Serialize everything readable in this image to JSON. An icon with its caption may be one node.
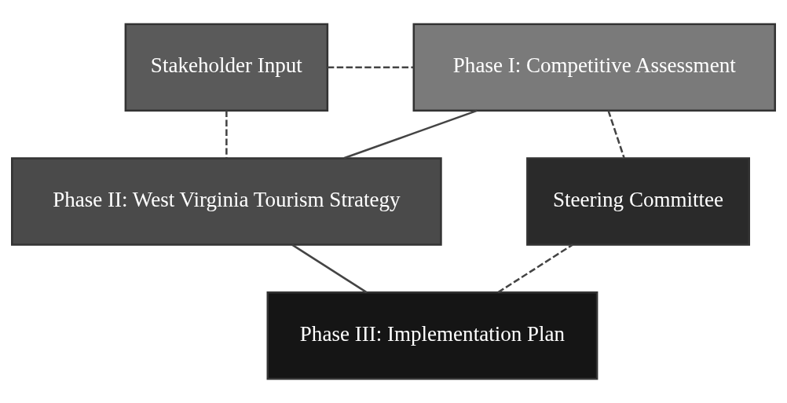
{
  "diagram": {
    "nodes": [
      {
        "text": [
          "Stakeholder Input"
        ]
      },
      {
        "text": [
          "Phase I: Competitive Assessment"
        ]
      },
      {
        "text": [
          "Phase II: West Virginia Tourism Strategy"
        ]
      },
      {
        "text": [
          "Phase III: Implementation Plan"
        ]
      },
      {
        "text": [
          "Steering Committee"
        ]
      }
    ],
    "edges": [
      {
        "from": 0,
        "to": 1,
        "arrow": "none",
        "style": "dashed"
      },
      {
        "from": 0,
        "to": 2,
        "arrow": "none",
        "style": "dashed"
      },
      {
        "from": 1,
        "to": 2,
        "arrow": "none"
      },
      {
        "from": 2,
        "to": 3,
        "arrow": "none"
      },
      {
        "from": 1,
        "to": 4,
        "arrow": "none",
        "style": "dashed"
      },
      {
        "from": 3,
        "to": 4,
        "arrow": "none",
        "style": "dashed"
      }
    ]
  }
}
